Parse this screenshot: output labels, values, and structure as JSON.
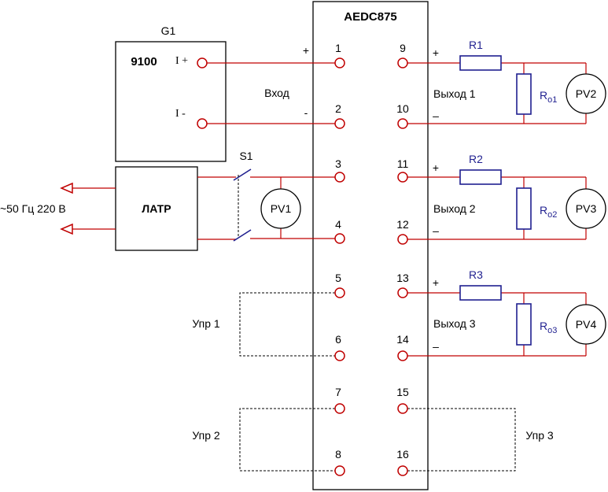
{
  "module": {
    "title": "AEDC875"
  },
  "source": {
    "ref": "G1",
    "model": "9100",
    "pin_plus": "I +",
    "pin_minus": "I -"
  },
  "input_label": "Вход",
  "polarity": {
    "plus": "+",
    "minus": "-",
    "minus_long": "–"
  },
  "latr": {
    "label": "ЛАТР",
    "mains": "~50 Гц 220 В"
  },
  "switch": {
    "ref": "S1"
  },
  "meters": {
    "pv1": "PV1",
    "pv2": "PV2",
    "pv3": "PV3",
    "pv4": "PV4"
  },
  "terminals_left": [
    "1",
    "2",
    "3",
    "4",
    "5",
    "6",
    "7",
    "8"
  ],
  "terminals_right": [
    "9",
    "10",
    "11",
    "12",
    "13",
    "14",
    "15",
    "16"
  ],
  "outputs": [
    {
      "label": "Выход 1",
      "resistor": "R1",
      "load_main": "R",
      "load_sub": "о1",
      "meter": "PV2"
    },
    {
      "label": "Выход 2",
      "resistor": "R2",
      "load_main": "R",
      "load_sub": "о2",
      "meter": "PV3"
    },
    {
      "label": "Выход 3",
      "resistor": "R3",
      "load_main": "R",
      "load_sub": "о3",
      "meter": "PV4"
    }
  ],
  "control": {
    "upr1": "Упр 1",
    "upr2": "Упр 2",
    "upr3": "Упр 3"
  },
  "colors": {
    "wire": "#c00000",
    "component": "#1f1f8f",
    "outline": "#000000"
  }
}
